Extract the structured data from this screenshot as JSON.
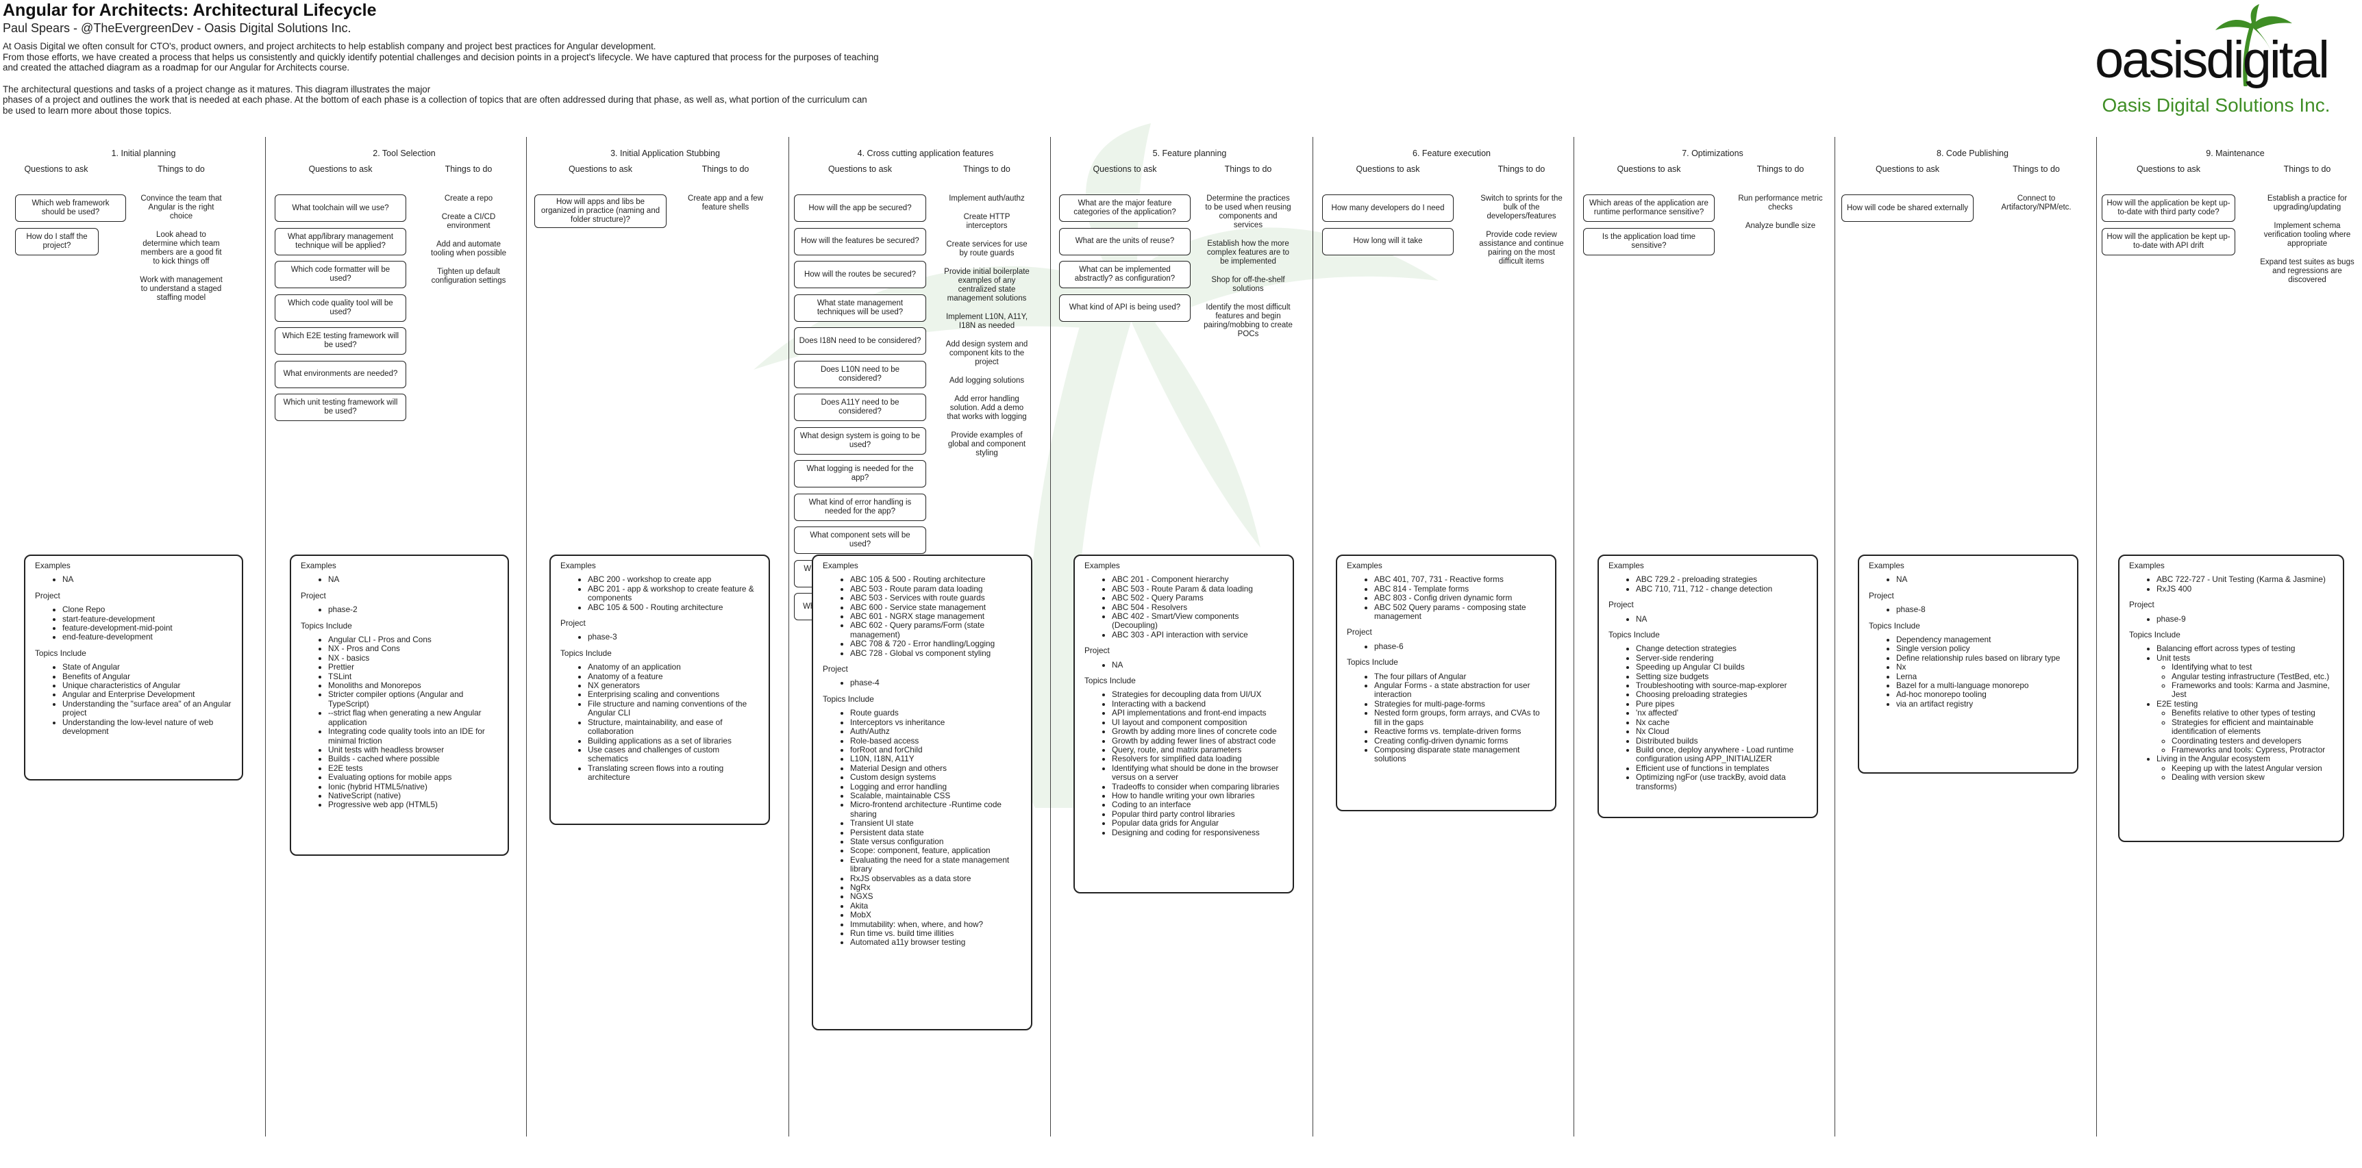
{
  "header": {
    "title": "Angular for Architects: Architectural Lifecycle",
    "author": "Paul Spears - @TheEvergreenDev - Oasis Digital Solutions Inc.",
    "para1": "At Oasis Digital we often consult for CTO's, product owners, and project architects to help establish company and project best practices for Angular development.\nFrom those efforts, we have created a process that helps us consistently and quickly identify potential challenges and decision points in a project's lifecycle. We have captured that process for the purposes of teaching\nand created the attached diagram as a roadmap for our Angular for Architects course.",
    "para2": "The architectural questions and tasks of a project change as it matures. This diagram illustrates the major\nphases of a project and outlines the work that is needed at each phase. At the bottom of each phase is a collection of topics that are often addressed during that phase, as well as, what portion of the curriculum can\nbe used to learn more about those topics."
  },
  "logo": {
    "wordmark_left": "oasis",
    "wordmark_right": "digital",
    "company": "Oasis Digital Solutions Inc.",
    "icon": "palm-tree-icon",
    "brand_color": "#3f8e25"
  },
  "labels": {
    "questions": "Questions to ask",
    "things": "Things to do",
    "examples": "Examples",
    "project": "Project",
    "topics": "Topics Include"
  },
  "phases": [
    {
      "title": "1. Initial planning",
      "questions": [
        "Which web framework should be used?",
        "How do I staff the project?"
      ],
      "todos": [
        "Convince the team that Angular is the right choice",
        "Look ahead to determine which team members are a good fit to kick things off",
        "Work with management to understand a staged staffing model"
      ],
      "examples": [
        "NA"
      ],
      "project": [
        "Clone Repo",
        "start-feature-development",
        "feature-development-mid-point",
        "end-feature-development"
      ],
      "topics": [
        "State of Angular",
        "Benefits of Angular",
        "Unique characteristics of Angular",
        "Angular and Enterprise Development",
        "Understanding the \"surface area\" of an Angular project",
        "Understanding the low-level nature of web development"
      ]
    },
    {
      "title": "2. Tool Selection",
      "questions": [
        "What toolchain will we use?",
        "What app/library management technique will be applied?",
        "Which code formatter will be used?",
        "Which code quality tool will be used?",
        "Which E2E testing framework will be used?",
        "What environments are needed?",
        "Which unit testing framework will be used?"
      ],
      "todos": [
        "Create a repo",
        "Create a CI/CD environment",
        "Add and automate tooling when possible",
        "Tighten up default configuration settings"
      ],
      "examples": [
        "NA"
      ],
      "project": [
        "phase-2"
      ],
      "topics": [
        "Angular CLI - Pros and Cons",
        "NX - Pros and Cons",
        "NX - basics",
        "Prettier",
        "TSLint",
        "Monoliths and Monorepos",
        "Stricter compiler options (Angular and TypeScript)",
        "--strict flag when generating a new Angular application",
        "Integrating code quality tools into an IDE for minimal friction",
        "Unit tests with headless browser",
        "Builds - cached where possible",
        "E2E tests",
        "Evaluating options for mobile apps",
        "Ionic (hybrid HTML5/native)",
        "NativeScript (native)",
        "Progressive web app (HTML5)"
      ]
    },
    {
      "title": "3. Initial Application Stubbing",
      "questions": [
        "How will apps and libs be organized in practice (naming and folder structure)?"
      ],
      "todos": [
        "Create app and a few feature shells"
      ],
      "examples": [
        "ABC 200 - workshop to create app",
        "ABC 201 - app & workshop to create feature & components",
        "ABC 105 & 500 - Routing architecture"
      ],
      "project": [
        "phase-3"
      ],
      "topics": [
        "Anatomy of an application",
        "Anatomy of a feature",
        "NX generators",
        "Enterprising scaling and conventions",
        "File structure and naming conventions of the Angular CLI",
        "Structure, maintainability, and ease of collaboration",
        "Building applications as a set of libraries",
        "Use cases and challenges of custom schematics",
        "Translating screen flows into a routing architecture"
      ]
    },
    {
      "title": "4. Cross cutting application features",
      "questions": [
        "How will the app be secured?",
        "How will the features be secured?",
        "How will the routes be secured?",
        "What state management techniques will be used?",
        "Does I18N need to be considered?",
        "Does L10N need to be considered?",
        "Does A11Y need to be considered?",
        "What design system is going to be used?",
        "What logging is needed for the app?",
        "What kind of error handling is needed for the app?",
        "What component sets will be used?",
        "What CSS architectural patterns will be used",
        "What environments are needed?"
      ],
      "todos": [
        "Implement auth/authz",
        "Create HTTP interceptors",
        "Create services for use by route guards",
        "Provide initial boilerplate examples of any centralized state management solutions",
        "Implement L10N, A11Y, I18N as needed",
        "Add design system and component kits to the project",
        "Add logging solutions",
        "Add error handling solution. Add a demo that works with logging",
        "Provide examples of global and component styling"
      ],
      "examples": [
        "ABC 105 & 500 - Routing architecture",
        "ABC 503 - Route param data loading",
        "ABC 503 - Services with route guards",
        "ABC 600 - Service state management",
        "ABC 601 - NGRX stage management",
        "ABC 602 - Query params/Form (state management)",
        "ABC 708 & 720 - Error handling/Logging",
        "ABC 728 - Global vs component styling"
      ],
      "project": [
        "phase-4"
      ],
      "topics": [
        "Route guards",
        "Interceptors vs inheritance",
        "Auth/Authz",
        "Role-based access",
        "forRoot and forChild",
        "L10N, I18N, A11Y",
        "Material Design and others",
        "Custom design systems",
        "Logging and error handling",
        "Scalable, maintainable CSS",
        "Micro-frontend architecture -Runtime code sharing",
        "Transient UI state",
        "Persistent data state",
        "State versus configuration",
        "Scope: component, feature, application",
        "Evaluating the need for a state management library",
        "RxJS observables as a data store",
        "NgRx",
        "NGXS",
        "Akita",
        "MobX",
        "Immutability: when, where, and how?",
        "Run time vs. build time illities",
        "Automated a11y browser testing"
      ]
    },
    {
      "title": "5. Feature planning",
      "questions": [
        "What are the major feature categories of the application?",
        "What are the units of reuse?",
        "What can be implemented abstractly? as configuration?",
        "What kind of API is being used?"
      ],
      "todos": [
        "Determine the practices to be used when reusing components and services",
        "Establish how the more complex features are to be implemented",
        "Shop for off-the-shelf solutions",
        "Identify the most difficult features and begin pairing/mobbing to create POCs"
      ],
      "examples": [
        "ABC 201 - Component hierarchy",
        "ABC 503 - Route Param & data loading",
        "ABC 502 - Query Params",
        "ABC 504 - Resolvers",
        "ABC 402 - Smart/View components (Decoupling)",
        "ABC 303 - API interaction with service"
      ],
      "project": [
        "NA"
      ],
      "topics": [
        "Strategies for decoupling data from UI/UX",
        "Interacting with a backend",
        "API implementations and front-end impacts",
        "UI layout and component composition",
        "Growth by adding more lines of concrete code",
        "Growth by adding fewer lines of abstract code",
        "Query, route, and matrix parameters",
        "Resolvers for simplified data loading",
        "Identifying what should be done in the browser versus on a server",
        "Tradeoffs to consider when comparing libraries",
        "How to handle writing your own libraries",
        "Coding to an interface",
        "Popular third party control libraries",
        "Popular data grids for Angular",
        "Designing and coding for responsiveness"
      ]
    },
    {
      "title": "6. Feature execution",
      "questions": [
        "How many developers do I need",
        "How long will it take"
      ],
      "todos": [
        "Switch to sprints for the bulk of the developers/features",
        "Provide code review assistance and continue pairing on the most difficult items"
      ],
      "examples": [
        "ABC 401, 707, 731 - Reactive forms",
        "ABC 814 - Template forms",
        "ABC 803 - Config driven dynamic form",
        "ABC 502 Query params - composing state management"
      ],
      "project": [
        "phase-6"
      ],
      "topics": [
        "The four pillars of Angular",
        "Angular Forms - a state abstraction for user interaction",
        "Strategies for multi-page-forms",
        "Nested form groups, form arrays, and CVAs to fill in the gaps",
        "Reactive forms vs. template-driven forms",
        "Creating config-driven dynamic forms",
        "Composing disparate state management solutions"
      ]
    },
    {
      "title": "7. Optimizations",
      "questions": [
        "Which areas of the application are runtime performance sensitive?",
        "Is the application load time sensitive?"
      ],
      "todos": [
        "Run performance metric checks",
        "Analyze bundle size"
      ],
      "examples": [
        "ABC 729.2 - preloading strategies",
        "ABC 710, 711, 712 - change detection"
      ],
      "project": [
        "NA"
      ],
      "topics": [
        "Change detection strategies",
        "Server-side rendering",
        "Speeding up Angular CI builds",
        "Setting size budgets",
        "Troubleshooting with source-map-explorer",
        "Choosing preloading strategies",
        "Pure pipes",
        "'nx affected'",
        "Nx cache",
        "Nx Cloud",
        "Distributed builds",
        "Build once, deploy anywhere - Load runtime configuration using APP_INITIALIZER",
        "Efficient use of functions in templates",
        "Optimizing ngFor (use trackBy, avoid data transforms)"
      ]
    },
    {
      "title": "8. Code Publishing",
      "questions": [
        "How will code be shared externally"
      ],
      "todos": [
        "Connect to Artifactory/NPM/etc."
      ],
      "examples": [
        "NA"
      ],
      "project": [
        "phase-8"
      ],
      "topics": [
        "Dependency management",
        "Single version policy",
        "Define relationship rules based on library type",
        "Nx",
        "Lerna",
        "Bazel for a multi-language monorepo",
        "Ad-hoc monorepo tooling",
        "via an artifact registry"
      ]
    },
    {
      "title": "9. Maintenance",
      "questions": [
        "How will the application be kept up-to-date with third party code?",
        "How will the application be kept up-to-date with API drift"
      ],
      "todos": [
        "Establish a practice for upgrading/updating",
        "Implement schema verification tooling where appropriate",
        "Expand test suites as bugs and regressions are discovered"
      ],
      "examples": [
        "ABC 722-727 - Unit Testing (Karma & Jasmine)",
        "RxJS 400"
      ],
      "project": [
        "phase-9"
      ],
      "topics": [
        {
          "t": "Balancing effort across types of testing"
        },
        {
          "t": "Unit tests",
          "sub": [
            "Identifying what to test",
            "Angular testing infrastructure (TestBed, etc.)",
            "Frameworks and tools: Karma and Jasmine, Jest"
          ]
        },
        {
          "t": "E2E testing",
          "sub": [
            "Benefits relative to other types of testing",
            "Strategies for efficient and maintainable identification of elements",
            "Coordinating testers and developers",
            "Frameworks and tools: Cypress, Protractor"
          ]
        },
        {
          "t": "Living in the Angular ecosystem",
          "sub": [
            "Keeping up with the latest Angular version",
            "Dealing with version skew"
          ]
        }
      ]
    }
  ]
}
